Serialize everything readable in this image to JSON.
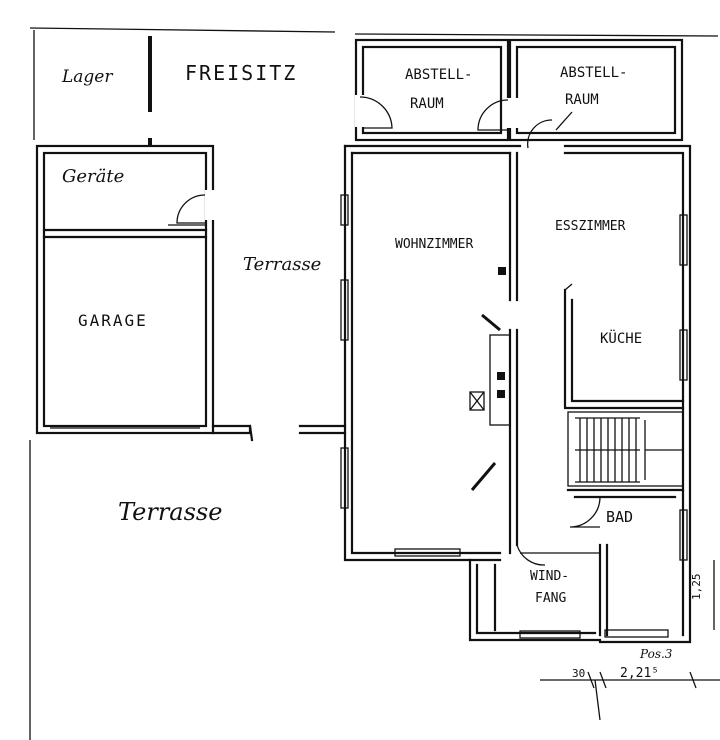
{
  "rooms": {
    "lager": "Lager",
    "freisitz": "FREISITZ",
    "abstellraum_1_line1": "ABSTELL-",
    "abstellraum_1_line2": "RAUM",
    "abstellraum_2_line1": "ABSTELL-",
    "abstellraum_2_line2": "RAUM",
    "geraete": "Geräte",
    "garage": "GARAGE",
    "terrasse_upper": "Terrasse",
    "terrasse_lower": "Terrasse",
    "wohnzimmer": "WOHNZIMMER",
    "esszimmer": "ESSZIMMER",
    "kueche": "KÜCHE",
    "bad": "BAD",
    "windfang_line1": "WIND-",
    "windfang_line2": "FANG"
  },
  "annotations": {
    "pos": "Pos.3",
    "dim_30": "30",
    "dim_221": "2,21⁵",
    "dim_side": "1,25"
  }
}
